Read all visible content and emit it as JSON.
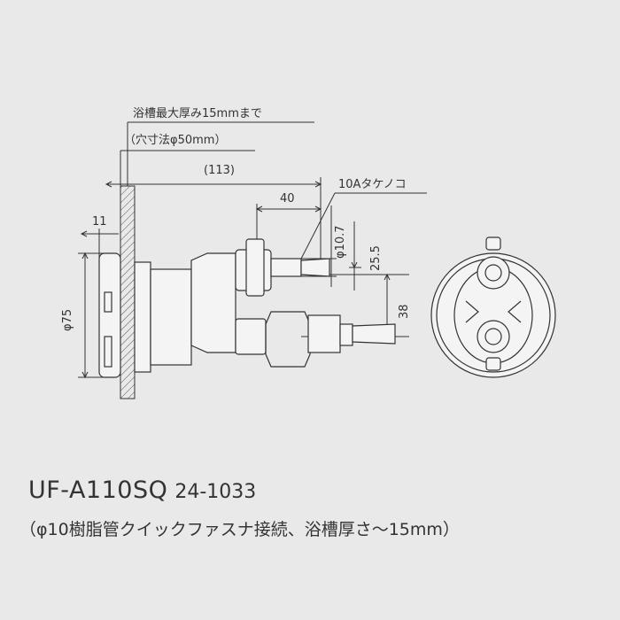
{
  "notes": {
    "thickness_note": "浴槽最大厚み15mmまで",
    "hole_note": "（穴寸法φ50mm）",
    "fitting_label": "10Aタケノコ"
  },
  "dimensions": {
    "overall_length": "(113)",
    "fitting_length": "40",
    "flange_offset": "11",
    "body_diameter": "φ75",
    "pipe_diameter": "φ10.7",
    "upper_height": "25.5",
    "pitch": "38"
  },
  "product": {
    "model": "UF-A110SQ",
    "code": "24-1033",
    "description": "（φ10樹脂管クイックファスナ接続、浴槽厚さ～15mm）"
  },
  "colors": {
    "background": "#e9e9e9",
    "line": "#333333",
    "part_fill": "#f4f4f4",
    "hatch": "#555555"
  }
}
